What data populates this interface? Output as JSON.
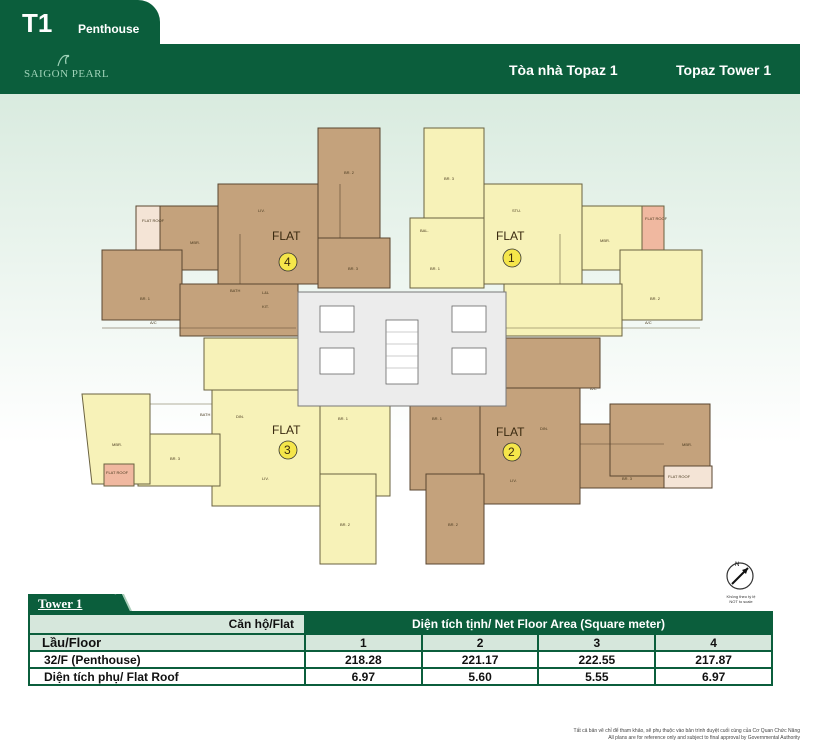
{
  "header": {
    "tower_code": "T1",
    "tower_type": "Penthouse",
    "logo_text": "SAIGON PEARL",
    "building_name_vn": "Tòa nhà Topaz 1",
    "building_name_en": "Topaz Tower 1"
  },
  "plan": {
    "flats": [
      {
        "label": "FLAT",
        "number": "1"
      },
      {
        "label": "FLAT",
        "number": "2"
      },
      {
        "label": "FLAT",
        "number": "3"
      },
      {
        "label": "FLAT",
        "number": "4"
      }
    ],
    "colors": {
      "flat_tan": "#c4a27c",
      "flat_yellow": "#f7f2b8",
      "roof_pink": "#f0b8a0",
      "core_grey": "#e6e6e6",
      "brand_green": "#0b5e3c"
    },
    "rooms": {
      "living": "LIV.",
      "dining": "DIN.",
      "bedroom1": "BR. 1",
      "bedroom2": "BR. 2",
      "bedroom3": "BR. 3",
      "kitchen": "KIT.",
      "bath": "BATH",
      "laundry": "L&L",
      "master": "MBR.",
      "ac": "A/C",
      "balcony": "BAL.",
      "flat_roof": "FLAT ROOF",
      "study": "STU."
    },
    "compass_note_1": "Không theo tỷ lệ",
    "compass_note_2": "NOT to scale"
  },
  "table": {
    "tower_label": "Tower 1",
    "flat_header": "Căn hộ/Flat",
    "area_header": "Diện tích tịnh/ Net Floor Area (Square meter)",
    "floor_header": "Lầu/Floor",
    "flat_numbers": [
      "1",
      "2",
      "3",
      "4"
    ],
    "rows": [
      {
        "label": "32/F (Penthouse)",
        "values": [
          "218.28",
          "221.17",
          "222.55",
          "217.87"
        ]
      },
      {
        "label": "Diện tích phụ/ Flat Roof",
        "values": [
          "6.97",
          "5.60",
          "5.55",
          "6.97"
        ]
      }
    ]
  },
  "footnote": {
    "vn": "Tất cả bản vẽ chỉ để tham khảo, sẽ phụ thuộc vào bản trình duyệt cuối cùng của Cơ Quan Chức Năng",
    "en": "All plans are for reference only and subject to final approval by Governmental Authority"
  }
}
